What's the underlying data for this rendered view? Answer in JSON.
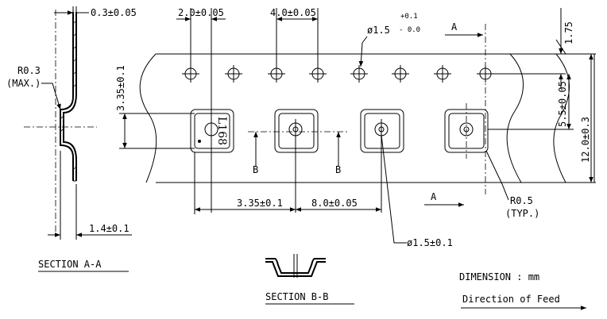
{
  "dimensions": {
    "thickness": "0.3±0.05",
    "pitch_p2": "2.0±0.05",
    "pitch_p0": "4.0±0.05",
    "sprocket_diameter": "ø1.5",
    "sprocket_tol_plus": "+0.1",
    "sprocket_tol_minus": "- 0.0",
    "edge_to_hole": "1.75",
    "hole_to_pocket": "5.5±0.05",
    "tape_width": "12.0±0.3",
    "pocket_height": "3.35±0.1",
    "pocket_width": "3.35±0.1",
    "pocket_pitch": "8.0±0.05",
    "pocket_hole": "ø1.5±0.1",
    "pocket_radius": "R0.5",
    "pocket_radius_note": "(TYP.)",
    "section_radius": "R0.3",
    "section_radius_note": "(MAX.)",
    "pocket_depth": "1.4±0.1"
  },
  "part_marking": "L168",
  "section_marks": {
    "a": "A",
    "b": "B"
  },
  "labels": {
    "section_aa": "SECTION  A-A",
    "section_bb": "SECTION  B-B",
    "dimension_unit": "DIMENSION : mm",
    "feed_direction": "Direction of Feed"
  }
}
